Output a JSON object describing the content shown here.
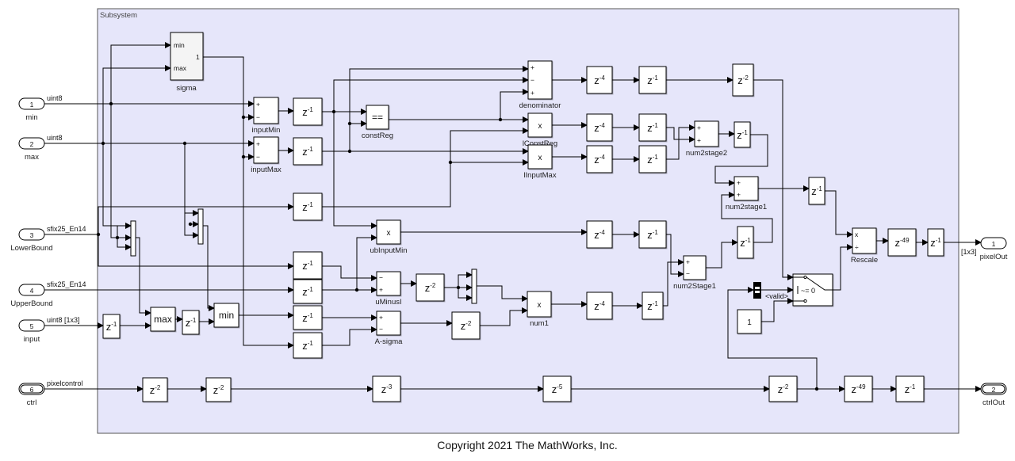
{
  "subsystem": {
    "title": "Subsystem",
    "background": "#e6e6fa"
  },
  "inports": [
    {
      "num": "1",
      "name": "min",
      "signal": "uint8"
    },
    {
      "num": "2",
      "name": "max",
      "signal": "uint8"
    },
    {
      "num": "3",
      "name": "LowerBound",
      "signal": "sfix25_En14"
    },
    {
      "num": "4",
      "name": "UpperBound",
      "signal": "sfix25_En14"
    },
    {
      "num": "5",
      "name": "input",
      "signal": "uint8 [1x3]"
    },
    {
      "num": "6",
      "name": "ctrl",
      "signal": "pixelcontrol"
    }
  ],
  "outports": [
    {
      "num": "1",
      "name": "pixelOut",
      "signal": "[1x3]"
    },
    {
      "num": "2",
      "name": "ctrlOut",
      "signal": ""
    }
  ],
  "sigma": {
    "name": "sigma",
    "in1": "min",
    "in2": "max",
    "out": "1"
  },
  "delay_base": "z",
  "delays": [
    "-1",
    "-1",
    "-4",
    "-1",
    "-2",
    "-4",
    "-1",
    "-1",
    "-4",
    "-1",
    "-1",
    "-49",
    "-1",
    "-1",
    "-4",
    "-1",
    "-2",
    "-4",
    "-1",
    "-2",
    "-1",
    "-1",
    "-1",
    "-1",
    "-1",
    "-1",
    "-1",
    "-2",
    "-2",
    "-3",
    "-5",
    "-2",
    "-49",
    "-1"
  ],
  "ops": {
    "inputMin": {
      "label": "inputMin",
      "ports": [
        "+",
        "−"
      ],
      "center": ""
    },
    "inputMax": {
      "label": "inputMax",
      "ports": [
        "+",
        "−"
      ],
      "center": ""
    },
    "constReg": {
      "label": "constReg",
      "ports": [],
      "center": "=="
    },
    "denominator": {
      "label": "denominator",
      "ports": [
        "+",
        "−",
        "+"
      ],
      "center": ""
    },
    "lConstReg": {
      "label": "lConstReg",
      "ports": [],
      "center": "x"
    },
    "lInputMax": {
      "label": "lInputMax",
      "ports": [],
      "center": "x"
    },
    "num2stage2": {
      "label": "num2stage2",
      "ports": [
        "+",
        "+"
      ],
      "center": ""
    },
    "num2stage1": {
      "label": "num2stage1",
      "ports": [
        "+",
        "+"
      ],
      "center": ""
    },
    "num2Stage1": {
      "label": "num2Stage1",
      "ports": [
        "+",
        "−"
      ],
      "center": ""
    },
    "ubInputMin": {
      "label": "ubInputMin",
      "ports": [],
      "center": "x"
    },
    "uMinusI": {
      "label": "uMinusI",
      "ports": [
        "−",
        "+"
      ],
      "center": ""
    },
    "Asigma": {
      "label": "A-sigma",
      "ports": [
        "+",
        "−"
      ],
      "center": ""
    },
    "num1": {
      "label": "num1",
      "ports": [],
      "center": "x"
    },
    "Rescale": {
      "label": "Rescale",
      "ports": [
        "x",
        "÷"
      ],
      "center": ""
    },
    "max": {
      "label": "",
      "ports": [],
      "center": "max"
    },
    "min": {
      "label": "",
      "ports": [],
      "center": "min"
    },
    "const1": {
      "label": "",
      "ports": [],
      "center": "1"
    }
  },
  "switch": {
    "criteria": "~= 0"
  },
  "bus_selector": {
    "signal": "<valid>"
  },
  "footer": {
    "copyright": "Copyright 2021 The MathWorks, Inc."
  }
}
